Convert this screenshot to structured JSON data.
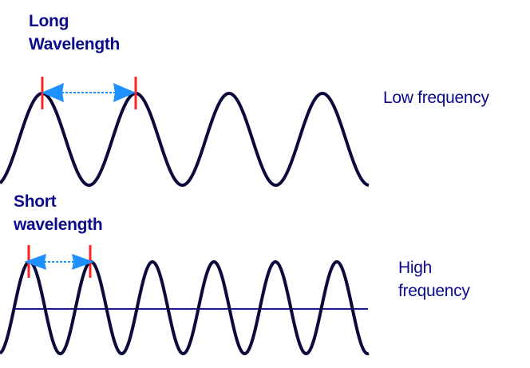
{
  "colors": {
    "text": "#0a0a8c",
    "wave": "#0a0a3c",
    "marker": "#ff2020",
    "arrow": "#1e90ff",
    "baseline": "#1a1a8c",
    "background": "#ffffff"
  },
  "top_panel": {
    "wavelength_label_line1": "Long",
    "wavelength_label_line2": "Wavelength",
    "frequency_label": "Low frequency",
    "cycles_visible": 4
  },
  "bottom_panel": {
    "wavelength_label_line1": "Short",
    "wavelength_label_line2": "wavelength",
    "frequency_label_line1": "High",
    "frequency_label_line2": "frequency",
    "cycles_visible": 6
  }
}
